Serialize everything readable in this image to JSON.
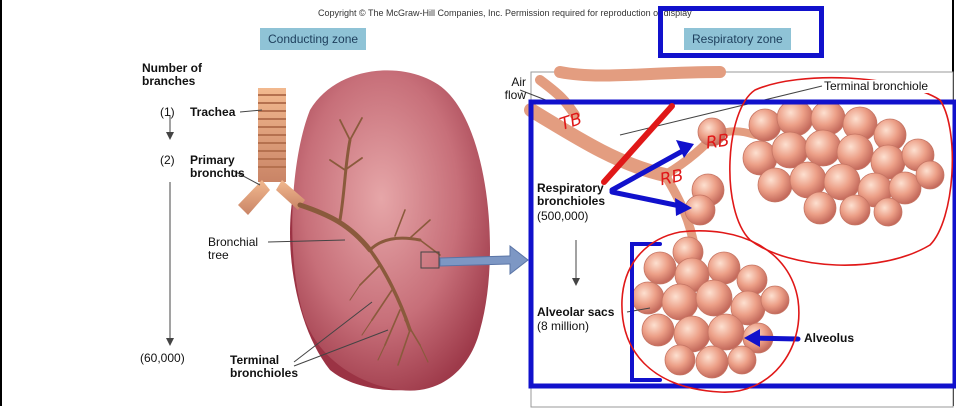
{
  "copyright": "Copyright © The McGraw-Hill Companies, Inc. Permission required for reproduction or display",
  "zones": {
    "conducting": "Conducting zone",
    "respiratory": "Respiratory zone"
  },
  "left_labels": {
    "number_heading": "Number of",
    "number_heading2": "branches",
    "trachea_count": "(1)",
    "trachea": "Trachea",
    "primary_count": "(2)",
    "primary": "Primary",
    "primary2": "bronchus",
    "bronchial": "Bronchial",
    "bronchial2": "tree",
    "terminal_count": "(60,000)",
    "terminal": "Terminal",
    "terminal2": "bronchioles"
  },
  "right_labels": {
    "air": "Air",
    "flow": "flow",
    "terminal_bronchiole": "Terminal bronchiole",
    "respiratory": "Respiratory",
    "respiratory2": "bronchioles",
    "respiratory_count": "(500,000)",
    "alveolar": "Alveolar sacs",
    "alveolar_count": "(8 million)",
    "alveolus": "Alveolus"
  },
  "annotations": {
    "tb": "TB",
    "rb1": "RB",
    "rb2": "RB"
  },
  "colors": {
    "annotation_blue": "#1111cc",
    "annotation_red": "#e01818",
    "zone_label_bg": "#8fc3d6",
    "lung": "#c9707a",
    "alveoli": "#e8a088"
  }
}
